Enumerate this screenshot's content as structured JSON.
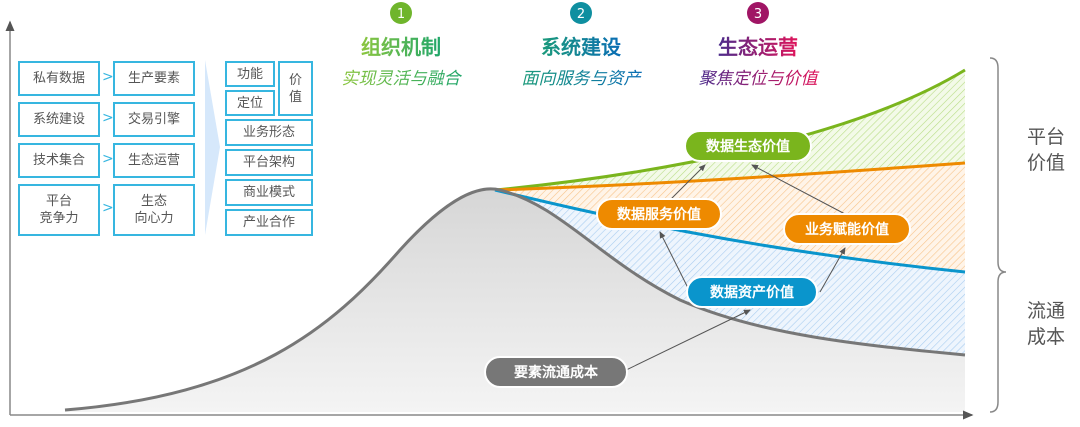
{
  "left_grid": {
    "rows": [
      {
        "from": "私有数据",
        "to": "生产要素"
      },
      {
        "from": "系统建设",
        "to": "交易引擎"
      },
      {
        "from": "技术集合",
        "to": "生态运营"
      },
      {
        "from": "平台\n竞争力",
        "to": "生态\n向心力"
      }
    ],
    "arrow": ">",
    "value_boxes": {
      "func": "功能",
      "pos": "定位",
      "value": "价\n值",
      "items": [
        "业务形态",
        "平台架构",
        "商业模式",
        "产业合作"
      ]
    }
  },
  "stages": [
    {
      "num": "1",
      "title": "组织机制",
      "subtitle": "实现灵活与融合"
    },
    {
      "num": "2",
      "title": "系统建设",
      "subtitle": "面向服务与资产"
    },
    {
      "num": "3",
      "title": "生态运营",
      "subtitle": "聚焦定位与价值"
    }
  ],
  "pills": {
    "eco": "数据生态价值",
    "service": "数据服务价值",
    "enable": "业务赋能价值",
    "asset": "数据资产价值",
    "cost": "要素流通成本"
  },
  "side_labels": {
    "platform": "平台\n价值",
    "cost": "流通\n成本"
  },
  "colors": {
    "green": "#7ab51d",
    "orange": "#ee8a00",
    "blue": "#0a95cc",
    "gray": "#777777",
    "box": "#36b6e0"
  }
}
